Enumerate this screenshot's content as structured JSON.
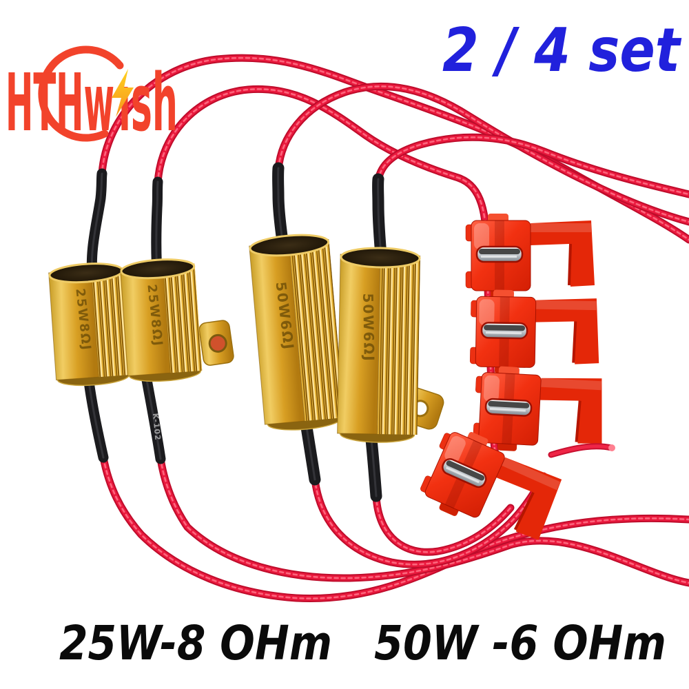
{
  "image": {
    "kind": "product-photo",
    "background": "#ffffff"
  },
  "branding": {
    "logo_text": "HTHwish",
    "logo_display": {
      "part1": "HTHw",
      "part2": "ısh"
    }
  },
  "badge": {
    "set_options_label": "2 / 4 set"
  },
  "items": {
    "small_resistor": {
      "marking": "25W8ΩJ",
      "count": 2
    },
    "large_resistor": {
      "marking": "50W6ΩJ",
      "count": 2
    },
    "wire_taps": {
      "count": 4
    },
    "shrink_tube_marking": "K-102"
  },
  "captions": {
    "left_spec": "25W-8 OHm",
    "right_spec": "50W -6 OHm"
  },
  "colors": {
    "logo_red": "#f2432b",
    "bolt_yellow": "#ffc20e",
    "badge_blue": "#2121dc",
    "caption_black": "#0a0a0a",
    "wire_red": "#e8173c",
    "connector_red": "#f03015",
    "resistor_gold": "#d89f23",
    "shrink_black": "#1b1b1e"
  }
}
